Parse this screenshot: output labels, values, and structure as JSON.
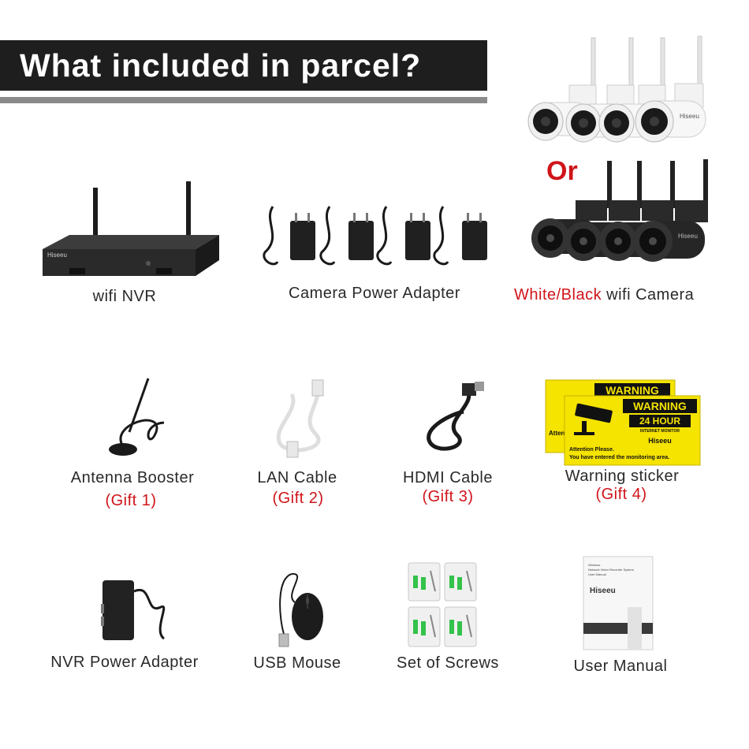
{
  "header": {
    "title": "What included in parcel?"
  },
  "colors": {
    "accent": "#d0141a",
    "header_bg": "#1e1e1e",
    "header_rule": "#8a8a8a"
  },
  "cameras": {
    "or_label": "Or",
    "caption_highlight": "White/Black",
    "caption_rest": " wifi Camera",
    "brand": "Hiseeu"
  },
  "items": {
    "nvr": {
      "label": "wifi NVR",
      "brand": "Hiseeu"
    },
    "camera_adapter": {
      "label": "Camera Power Adapter"
    },
    "antenna": {
      "label": "Antenna Booster",
      "gift": "(Gift 1)"
    },
    "lan": {
      "label": "LAN Cable",
      "gift": "(Gift 2)"
    },
    "hdmi": {
      "label": "HDMI Cable",
      "gift": "(Gift 3)"
    },
    "sticker": {
      "label": "Warning sticker",
      "gift": "(Gift 4)",
      "warning": "WARNING",
      "hours": "24 HOUR",
      "monitor": "INTERNET MONITOR",
      "brand": "Hiseeu",
      "attention": "Attention Please.",
      "notice": "You have entered the monitoring area.",
      "back_fragment": "Atten You"
    },
    "nvr_adapter": {
      "label": "NVR Power Adapter"
    },
    "mouse": {
      "label": "USB Mouse"
    },
    "screws": {
      "label": "Set of Screws"
    },
    "manual": {
      "label": "User Manual",
      "brand": "Hiseeu",
      "line1": "Wireless",
      "line2": "Network Video Recorder System",
      "line3": "User Manual"
    }
  }
}
